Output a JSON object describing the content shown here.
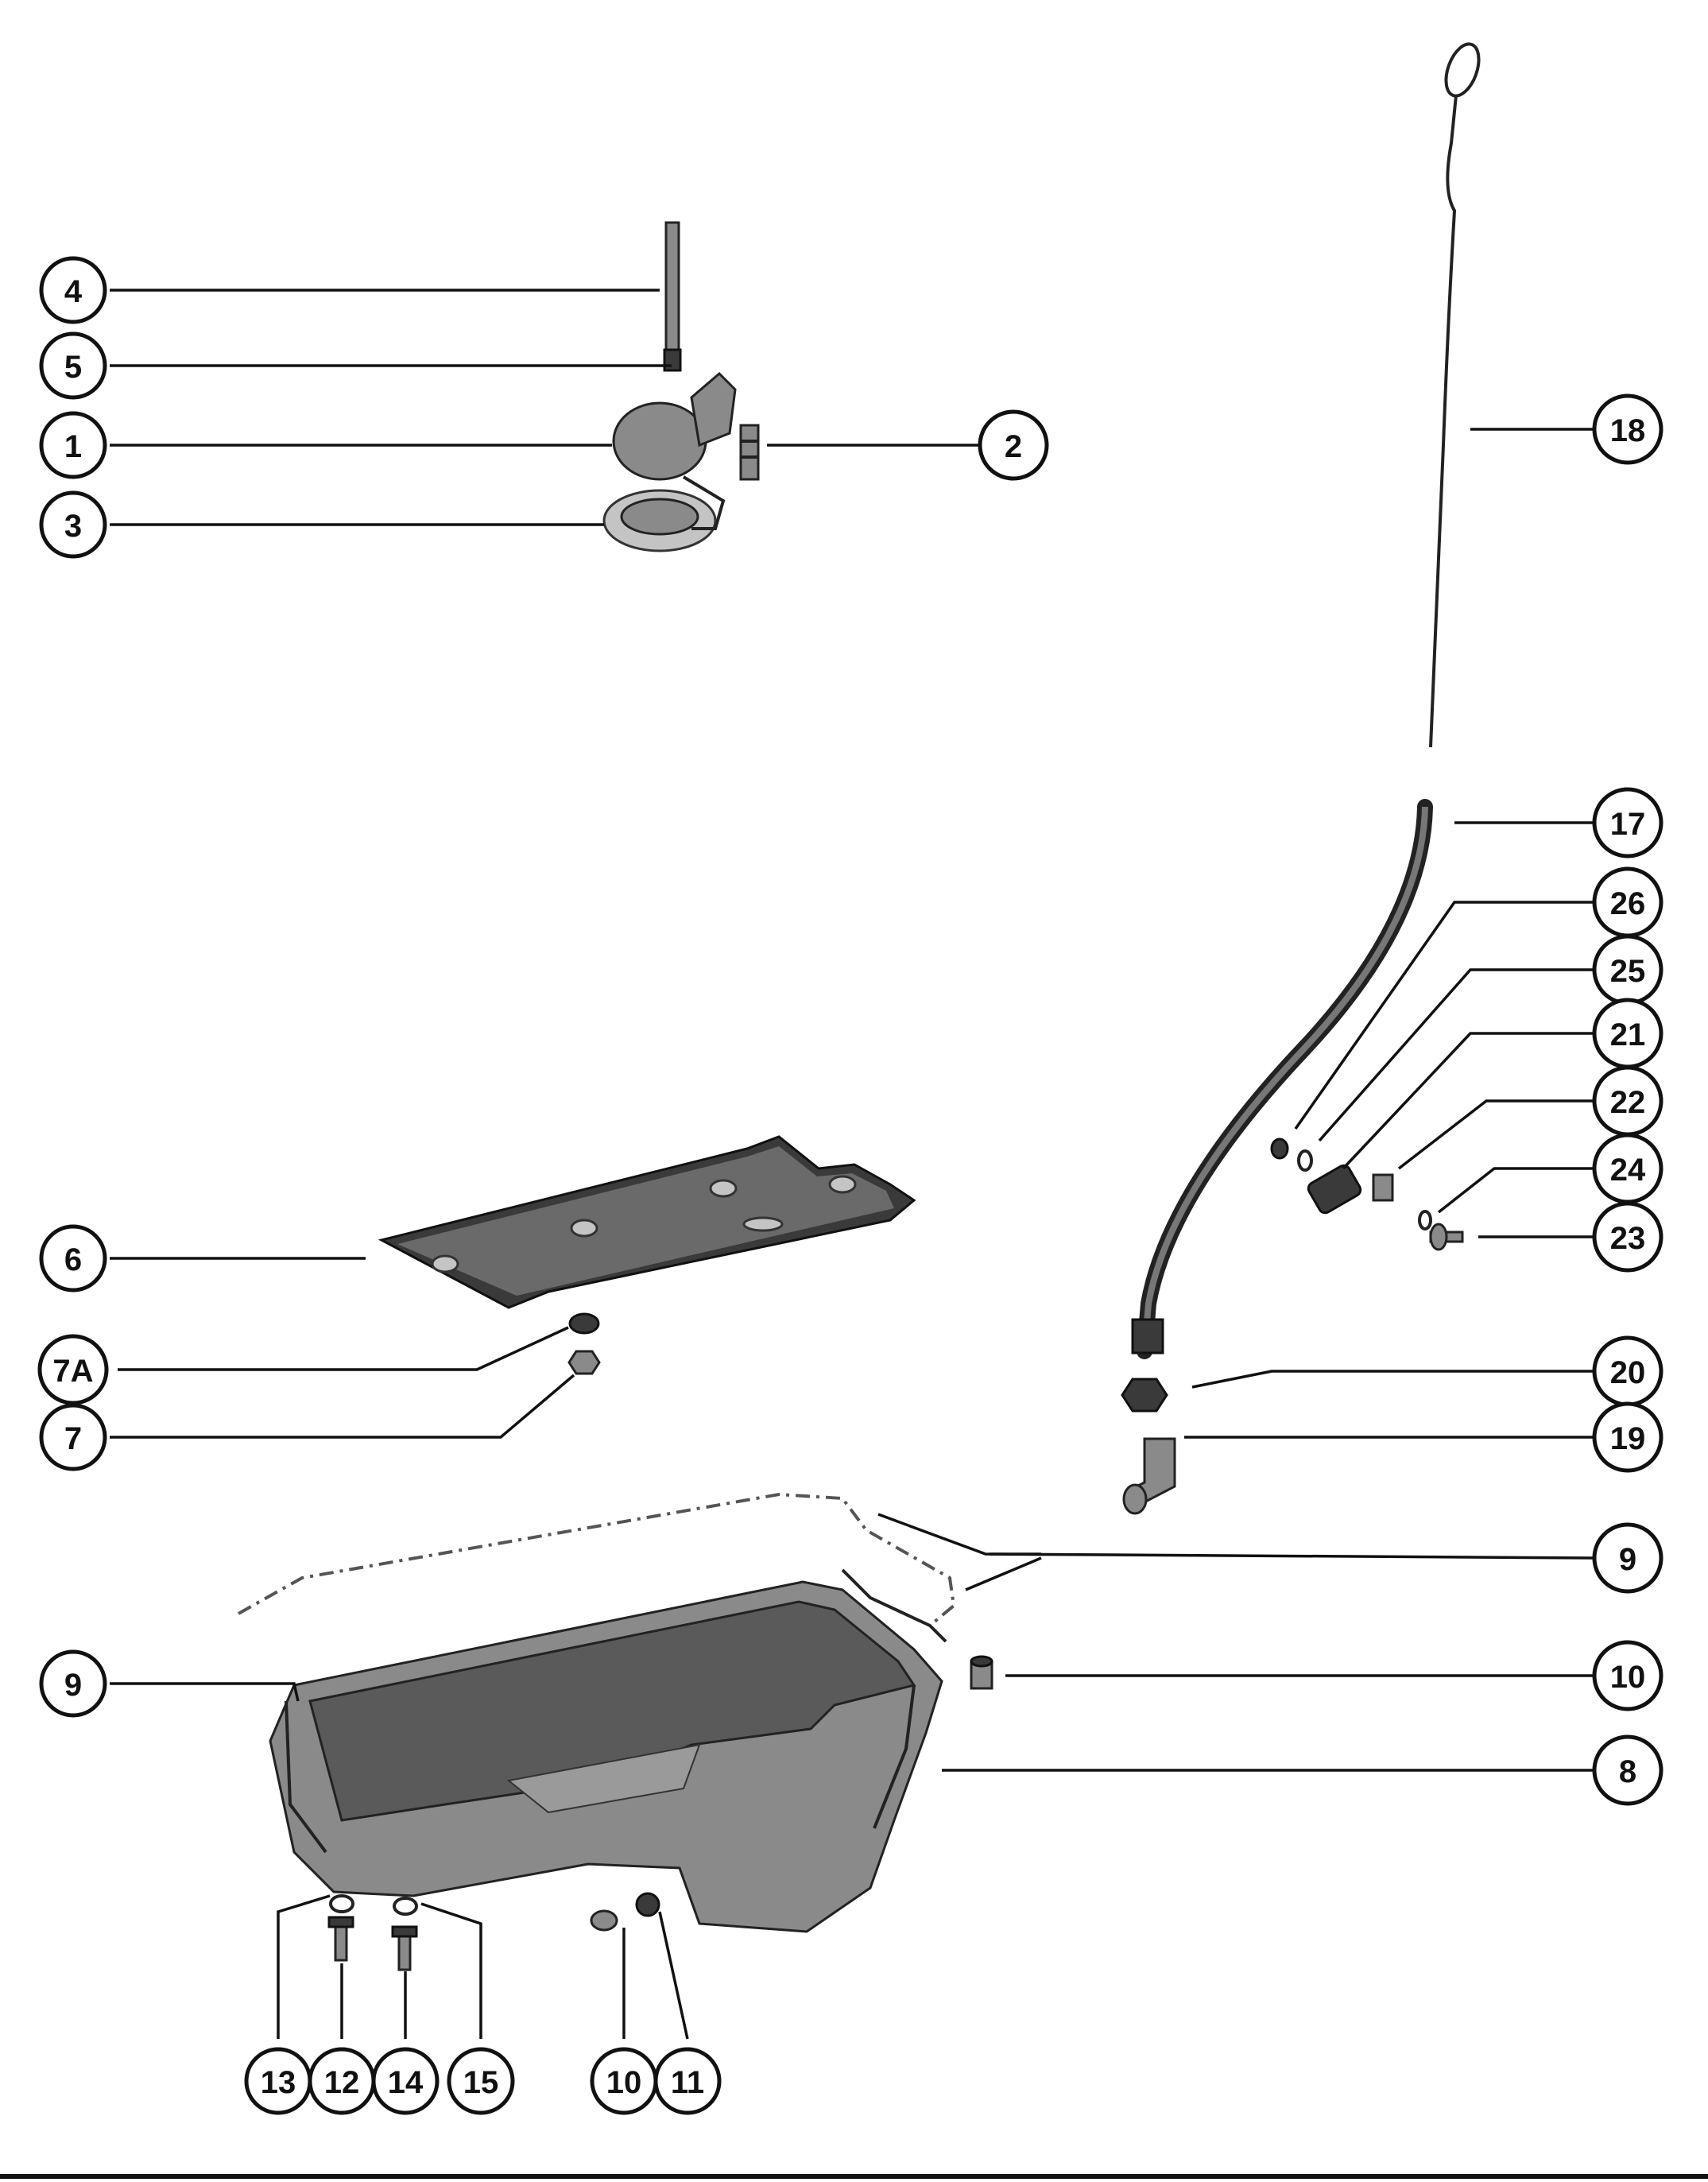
{
  "callouts": [
    {
      "key": "c4",
      "label": "4"
    },
    {
      "key": "c5",
      "label": "5"
    },
    {
      "key": "c1",
      "label": "1"
    },
    {
      "key": "c3",
      "label": "3"
    },
    {
      "key": "c2",
      "label": "2"
    },
    {
      "key": "c18",
      "label": "18"
    },
    {
      "key": "c17",
      "label": "17"
    },
    {
      "key": "c26",
      "label": "26"
    },
    {
      "key": "c25",
      "label": "25"
    },
    {
      "key": "c21",
      "label": "21"
    },
    {
      "key": "c22",
      "label": "22"
    },
    {
      "key": "c24",
      "label": "24"
    },
    {
      "key": "c23",
      "label": "23"
    },
    {
      "key": "c6",
      "label": "6"
    },
    {
      "key": "c7A",
      "label": "7A"
    },
    {
      "key": "c7",
      "label": "7"
    },
    {
      "key": "c20",
      "label": "20"
    },
    {
      "key": "c19",
      "label": "19"
    },
    {
      "key": "c9r",
      "label": "9"
    },
    {
      "key": "c9l",
      "label": "9"
    },
    {
      "key": "c10r",
      "label": "10"
    },
    {
      "key": "c8",
      "label": "8"
    },
    {
      "key": "c13",
      "label": "13"
    },
    {
      "key": "c12",
      "label": "12"
    },
    {
      "key": "c14",
      "label": "14"
    },
    {
      "key": "c15",
      "label": "15"
    },
    {
      "key": "c10b",
      "label": "10"
    },
    {
      "key": "c11",
      "label": "11"
    }
  ],
  "colors": {
    "ink": "#111111",
    "paper": "#ffffff",
    "part_shading": "#8a8a8a"
  }
}
